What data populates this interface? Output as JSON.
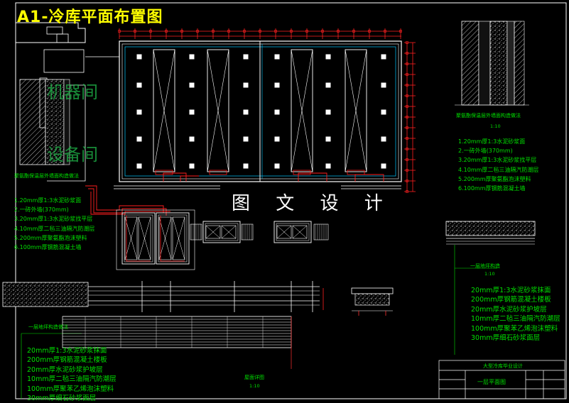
{
  "title": "A1-冷库平面布置图",
  "brand": "图 文 设 计",
  "watermark": [
    "机器间",
    "设备间"
  ],
  "notes": {
    "left": {
      "caption": "聚氨酯保温层外墙面构造做法",
      "lines": [
        "1.20mm厚1:3水泥砂浆面",
        "2.一砖外墙(370mm)",
        "3.20mm厚1:3水泥砂浆找平层",
        "4.10mm厚二毡三油隔汽防潮层",
        "5.200mm厚聚氨酯泡沫塑料",
        "6.100mm厚钢筋混凝土墙"
      ]
    },
    "right": {
      "caption": "聚氨酯保温层外墙面构造做法",
      "scale": "1:10",
      "lines": [
        "1.20mm厚1:3水泥砂浆面",
        "2.一砖外墙(370mm)",
        "3.20mm厚1:3水泥砂浆找平层",
        "4.10mm厚二毡三油隔汽防潮层",
        "5.200mm厚聚氨酯泡沫塑料",
        "6.100mm厚钢筋混凝土墙"
      ]
    },
    "floor_right": {
      "caption": "一层地坪构造",
      "scale": "1:10",
      "lines": [
        "20mm厚1:3水泥砂浆抹面",
        "200mm厚钢筋混凝土楼板",
        "20mm厚水泥砂浆护坡层",
        "10mm厚二毡三油隔汽防潮层",
        "100mm厚聚苯乙烯泡沫塑料",
        "30mm厚细石砂浆面层"
      ]
    },
    "floor_left": {
      "caption": "一层地坪构造做法",
      "lines": [
        "20mm厚1:3水泥砂浆抹面",
        "200mm厚钢筋混凝土楼板",
        "20mm厚水泥砂浆护坡层",
        "10mm厚二毡三油隔汽防潮层",
        "100mm厚聚苯乙烯泡沫塑料",
        "30mm厚细石砂浆面层"
      ]
    }
  },
  "section_label": {
    "caption": "屋面详图",
    "scale": "1:10"
  },
  "title_block": {
    "project": "大型冷库毕业设计",
    "drawing": "一层平面图"
  }
}
